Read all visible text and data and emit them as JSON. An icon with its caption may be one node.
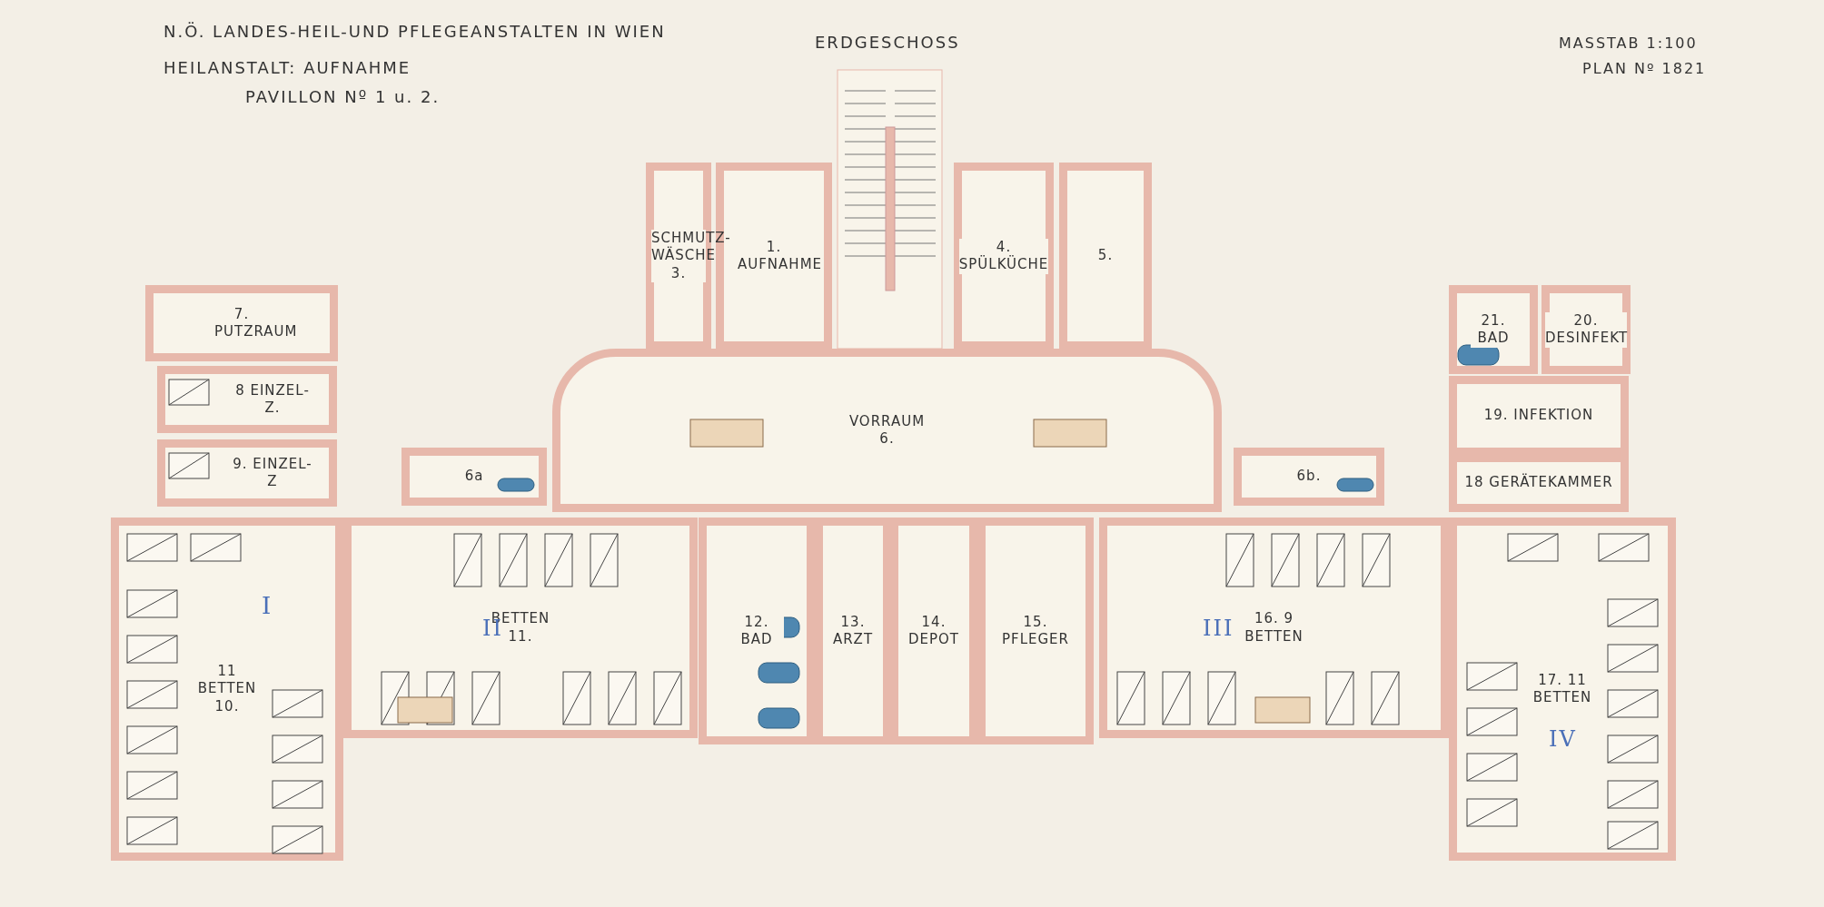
{
  "diagram": {
    "title": "N.Ö. LANDES-HEIL-UND PFLEGEANSTALTEN IN WIEN",
    "nodes": [
      {
        "text": [
          "7. PUTZRAUM"
        ]
      },
      {
        "text": [
          "8 EINZEL-Z."
        ]
      },
      {
        "text": [
          "9. EINZEL-Z"
        ]
      },
      {
        "text": [
          "6a"
        ]
      },
      {
        "text": [
          "SCHMUTZ-WÄSCHE 3."
        ]
      },
      {
        "text": [
          "1. AUFNAHME"
        ]
      },
      {
        "text": [
          "4. SPÜLKÜCHE"
        ]
      },
      {
        "text": [
          "5."
        ]
      },
      {
        "text": [
          "VORRAUM 6."
        ]
      },
      {
        "text": [
          "6b."
        ]
      },
      {
        "text": [
          "21. BAD"
        ]
      },
      {
        "text": [
          "20. DESINFEKT"
        ]
      },
      {
        "text": [
          "19. INFEKTION"
        ]
      },
      {
        "text": [
          "18 GERÄTEKAMMER"
        ]
      },
      {
        "text": [
          "11 BETTEN 10."
        ]
      },
      {
        "text": [
          "BETTEN 11."
        ]
      },
      {
        "text": [
          "12. BAD"
        ]
      },
      {
        "text": [
          "13. ARZT"
        ]
      },
      {
        "text": [
          "14. DEPOT"
        ]
      },
      {
        "text": [
          "15. PFLEGER"
        ]
      },
      {
        "text": [
          "16. 9 BETTEN"
        ]
      },
      {
        "text": [
          "17. 11 BETTEN"
        ]
      }
    ],
    "labels": [
      "HEILANSTALT: AUFNAHME",
      "PAVILLON Nº 1 u. 2.",
      "ERDGESCHOSS",
      "MASSTAB 1:100",
      "PLAN Nº 1821",
      "I",
      "II",
      "III",
      "IV"
    ]
  }
}
